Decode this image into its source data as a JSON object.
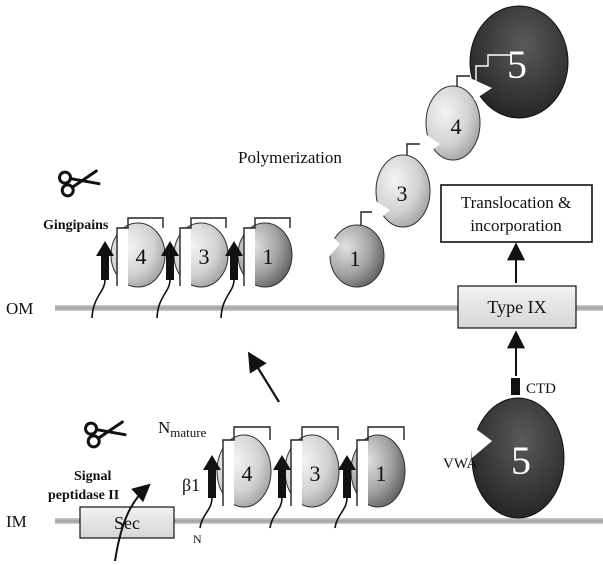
{
  "membranes": {
    "outer": "OM",
    "inner": "IM"
  },
  "enzymes": {
    "gingipains": "Gingipains",
    "signal_peptidase_line1": "Signal",
    "signal_peptidase_line2": "peptidase II",
    "scissors_icon": "scissors-icon"
  },
  "transporters": {
    "sec": "Sec",
    "type_ix": "Type IX"
  },
  "processes": {
    "polymerization": "Polymerization",
    "translocation_line1": "Translocation &",
    "translocation_line2": "incorporation"
  },
  "labels": {
    "n_mature_base": "N",
    "n_mature_sub": "mature",
    "beta1": "β1",
    "n_terminus": "N",
    "ctd": "CTD",
    "vwa": "VWA"
  },
  "subunits": {
    "om_anchored": [
      "4",
      "3",
      "1"
    ],
    "polymer": [
      "1",
      "3",
      "4",
      "5"
    ],
    "im_anchored": [
      "4",
      "3",
      "1"
    ],
    "periplasmic": "5"
  },
  "colors": {
    "membrane": "#a8a8a8",
    "subunit_light": "#d4d4d4",
    "subunit_mid": "#a6a6a6",
    "subunit_dark": "#555555",
    "subunit_black": "#262626"
  }
}
